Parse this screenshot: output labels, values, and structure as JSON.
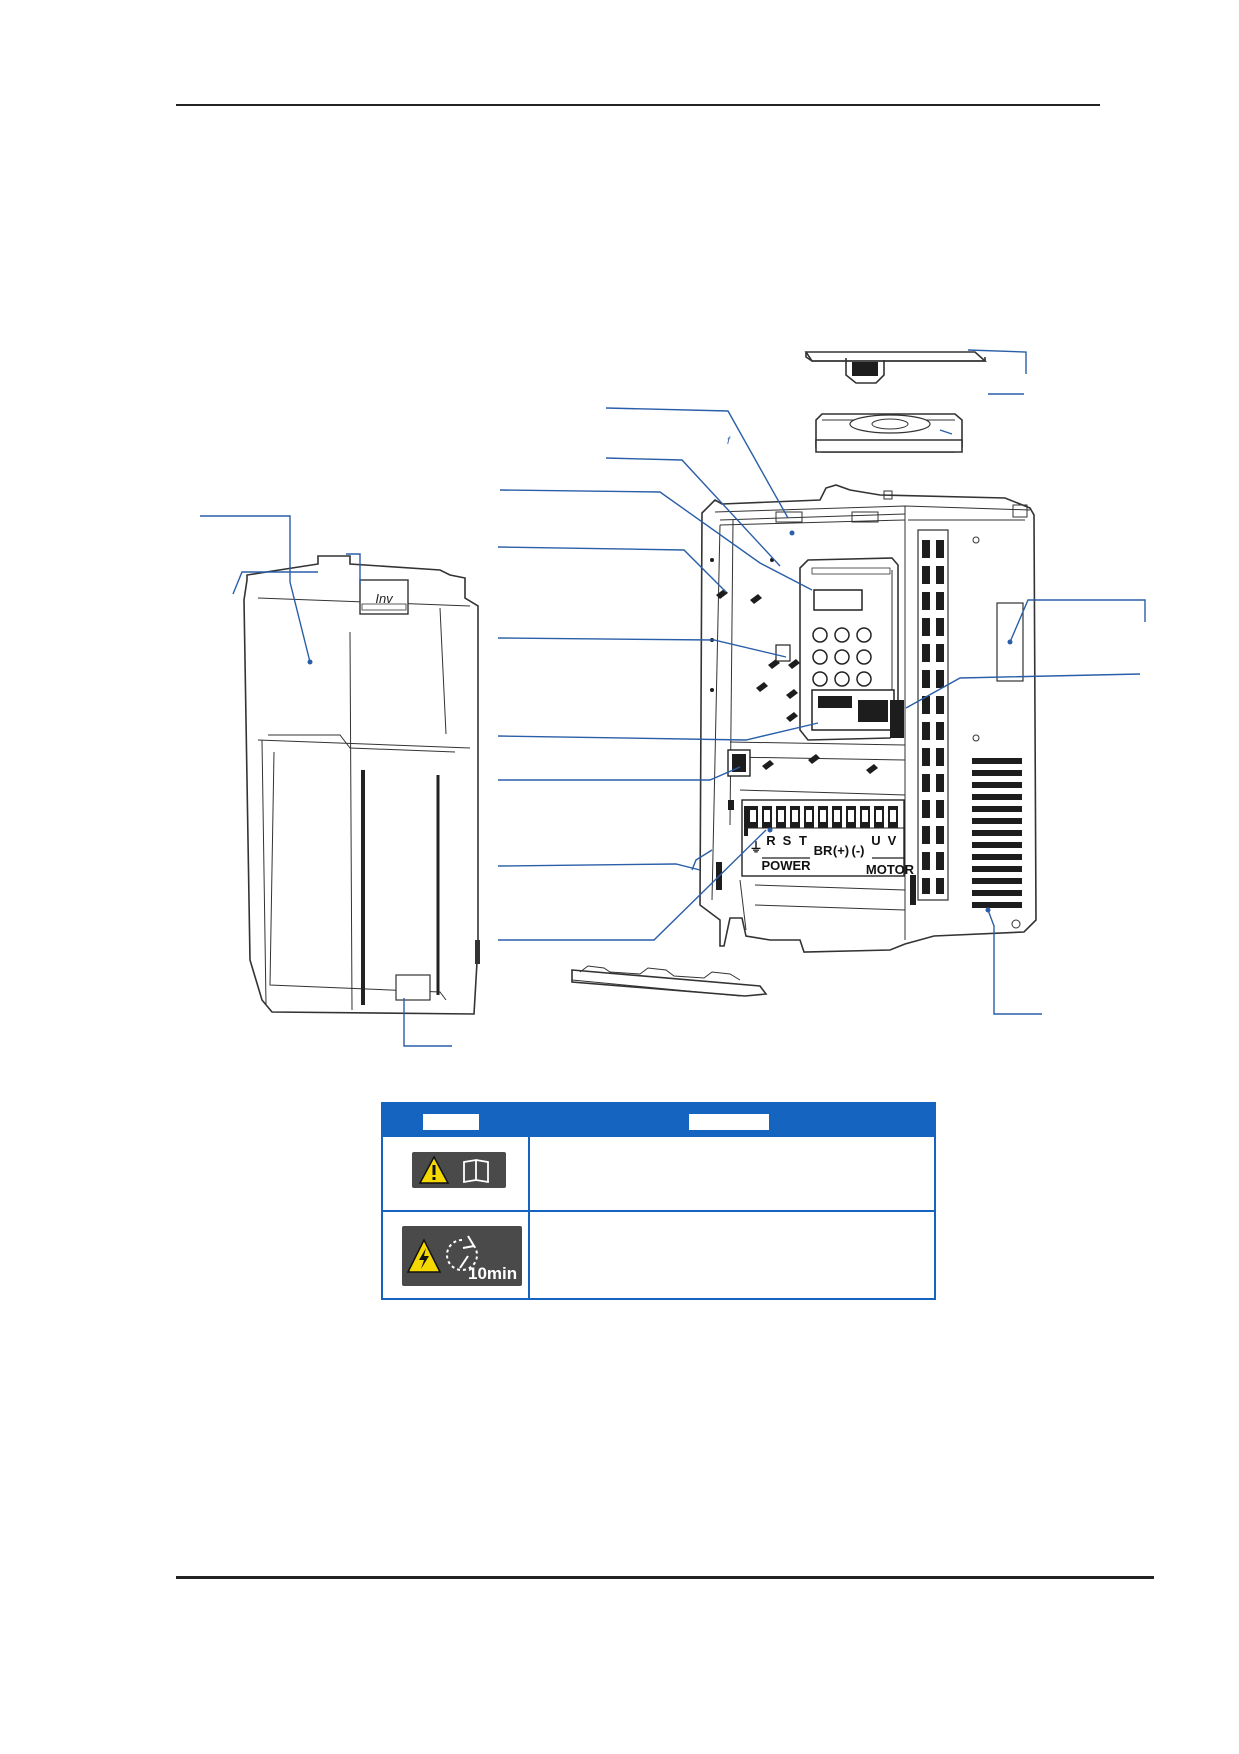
{
  "diagram": {
    "terminals": {
      "ground": "⏚",
      "r": "R",
      "s": "S",
      "t": "T",
      "br": "BR",
      "dc_plus": "(+)",
      "dc_minus": "(-)",
      "u": "U",
      "v": "V",
      "power": "POWER",
      "motor": "MOTOR"
    },
    "cover_logo_text": "Inv",
    "callout_mark": "f"
  },
  "label_table": {
    "warning_manual_icon": "warning-read-manual-icon",
    "discharge_time": "10min"
  },
  "colors": {
    "accent": "#1565c0",
    "callout_line": "#2a5ea8",
    "pictogram_bg": "#4a4a4a",
    "warning_yellow": "#f5d800"
  }
}
